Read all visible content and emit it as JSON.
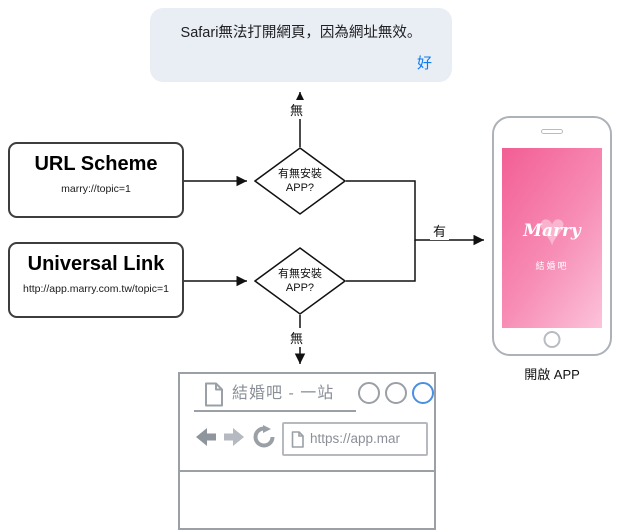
{
  "colors": {
    "accent_blue": "#0b7cf2",
    "line": "#111111",
    "box_border": "#3d3d3d",
    "gray_ui": "#9aa0a6",
    "tab_circle_blue": "#4a8fe2",
    "screen_pink_start": "#f25e93",
    "screen_pink_end": "#fcc3da"
  },
  "alert": {
    "message": "Safari無法打開網頁，因為網址無效。",
    "ok_label": "好"
  },
  "flow": {
    "url_scheme": {
      "title": "URL Scheme",
      "subtitle": "marry://topic=1"
    },
    "universal_link": {
      "title": "Universal Link",
      "subtitle": "http://app.marry.com.tw/topic=1"
    },
    "decision_top": {
      "label": "有無安裝\nAPP?"
    },
    "decision_bottom": {
      "label": "有無安裝\nAPP?"
    },
    "edge_no_top": "無",
    "edge_no_bottom": "無",
    "edge_yes": "有"
  },
  "phone": {
    "app_logo": "Marry",
    "app_name": "結婚吧",
    "caption": "開啟 APP"
  },
  "browser": {
    "tab_title": "結婚吧 - 一站",
    "url": "https://app.mar"
  }
}
